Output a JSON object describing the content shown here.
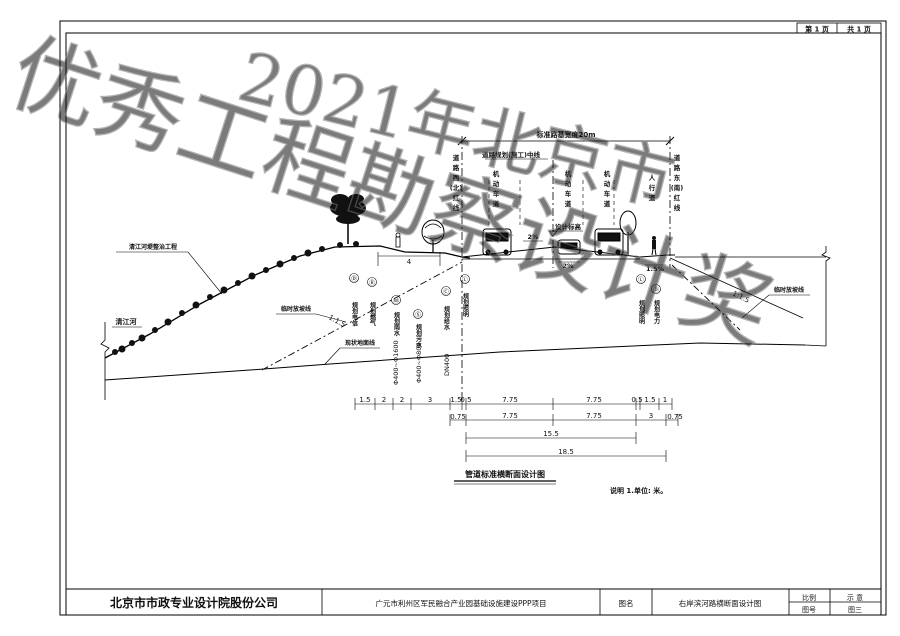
{
  "page": {
    "sheet_no": "第 1 页",
    "sheet_total": "共 1 页"
  },
  "watermark": {
    "line1": "2021年北京市",
    "line2": "优秀工程勘察设计奖"
  },
  "section": {
    "width_title": "标准路基宽度20m",
    "red_line_left": [
      "道",
      "路",
      "西",
      "(北)",
      "红",
      "线"
    ],
    "red_line_right": [
      "道",
      "路",
      "东",
      "(南)",
      "红",
      "线"
    ],
    "center_line": "道路规划(施工)中线",
    "design_elev": "设计标高",
    "lanes": [
      [
        "机",
        "动",
        "车",
        "道"
      ],
      [
        "机",
        "动",
        "车",
        "道"
      ],
      [
        "机",
        "动",
        "车",
        "道"
      ]
    ],
    "sidewalk": [
      "人",
      "行",
      "道"
    ],
    "slope_left": "2%",
    "slope_right": "2%",
    "sidewalk_slope": "1.5%",
    "ratio_left": "1:1.5",
    "ratio_right": "1:1.5",
    "dim_4": "4",
    "river_label": "清江河",
    "embankment_label": "清江河堤整治工程",
    "temp_slope_left": "临时放坡线",
    "temp_slope_right": "临时放坡线",
    "ground_line": "现状地面线",
    "pipes": [
      {
        "letter": "Ⓓ",
        "name": "规划电信"
      },
      {
        "letter": "Ⓡ",
        "name": "规划燃气"
      },
      {
        "letter": "Ⓦ",
        "name": "规划雨水"
      },
      {
        "letter": "Ⓢ",
        "name": "规划污水"
      },
      {
        "letter": "Ⓒ",
        "name": "规划给水"
      },
      {
        "letter": "Ⓛ",
        "name": "规划照明"
      },
      {
        "letter": "Ⓛ",
        "name": "规划照明"
      },
      {
        "letter": "Ⓓ",
        "name": "规划电力"
      }
    ],
    "pipe_sizes": [
      "Φ400~Φ1600",
      "Φ400~Φ800",
      "DN400"
    ]
  },
  "dimensions": {
    "row1": [
      "1.5",
      "2",
      "2",
      "3",
      "1.5",
      "0.5",
      "7.75",
      "7.75",
      "0.5",
      "1.5",
      "1"
    ],
    "row2": [
      "0.75",
      "7.75",
      "7.75",
      "3",
      "0.75"
    ],
    "row3": "15.5",
    "row4": "18.5"
  },
  "drawing_title": "管道标准横断面设计图",
  "note": "说明  1.单位: 米。",
  "title_block": {
    "company": "北京市市政专业设计院股份公司",
    "project": "广元市利州区军民融合产业园基础设施建设PPP项目",
    "drawing_name_label": "图名",
    "drawing_name": "右岸滨河路横断面设计图",
    "scale_label": "比例",
    "scale_value": "示 意",
    "number_label": "图号",
    "number_value": "图三"
  }
}
